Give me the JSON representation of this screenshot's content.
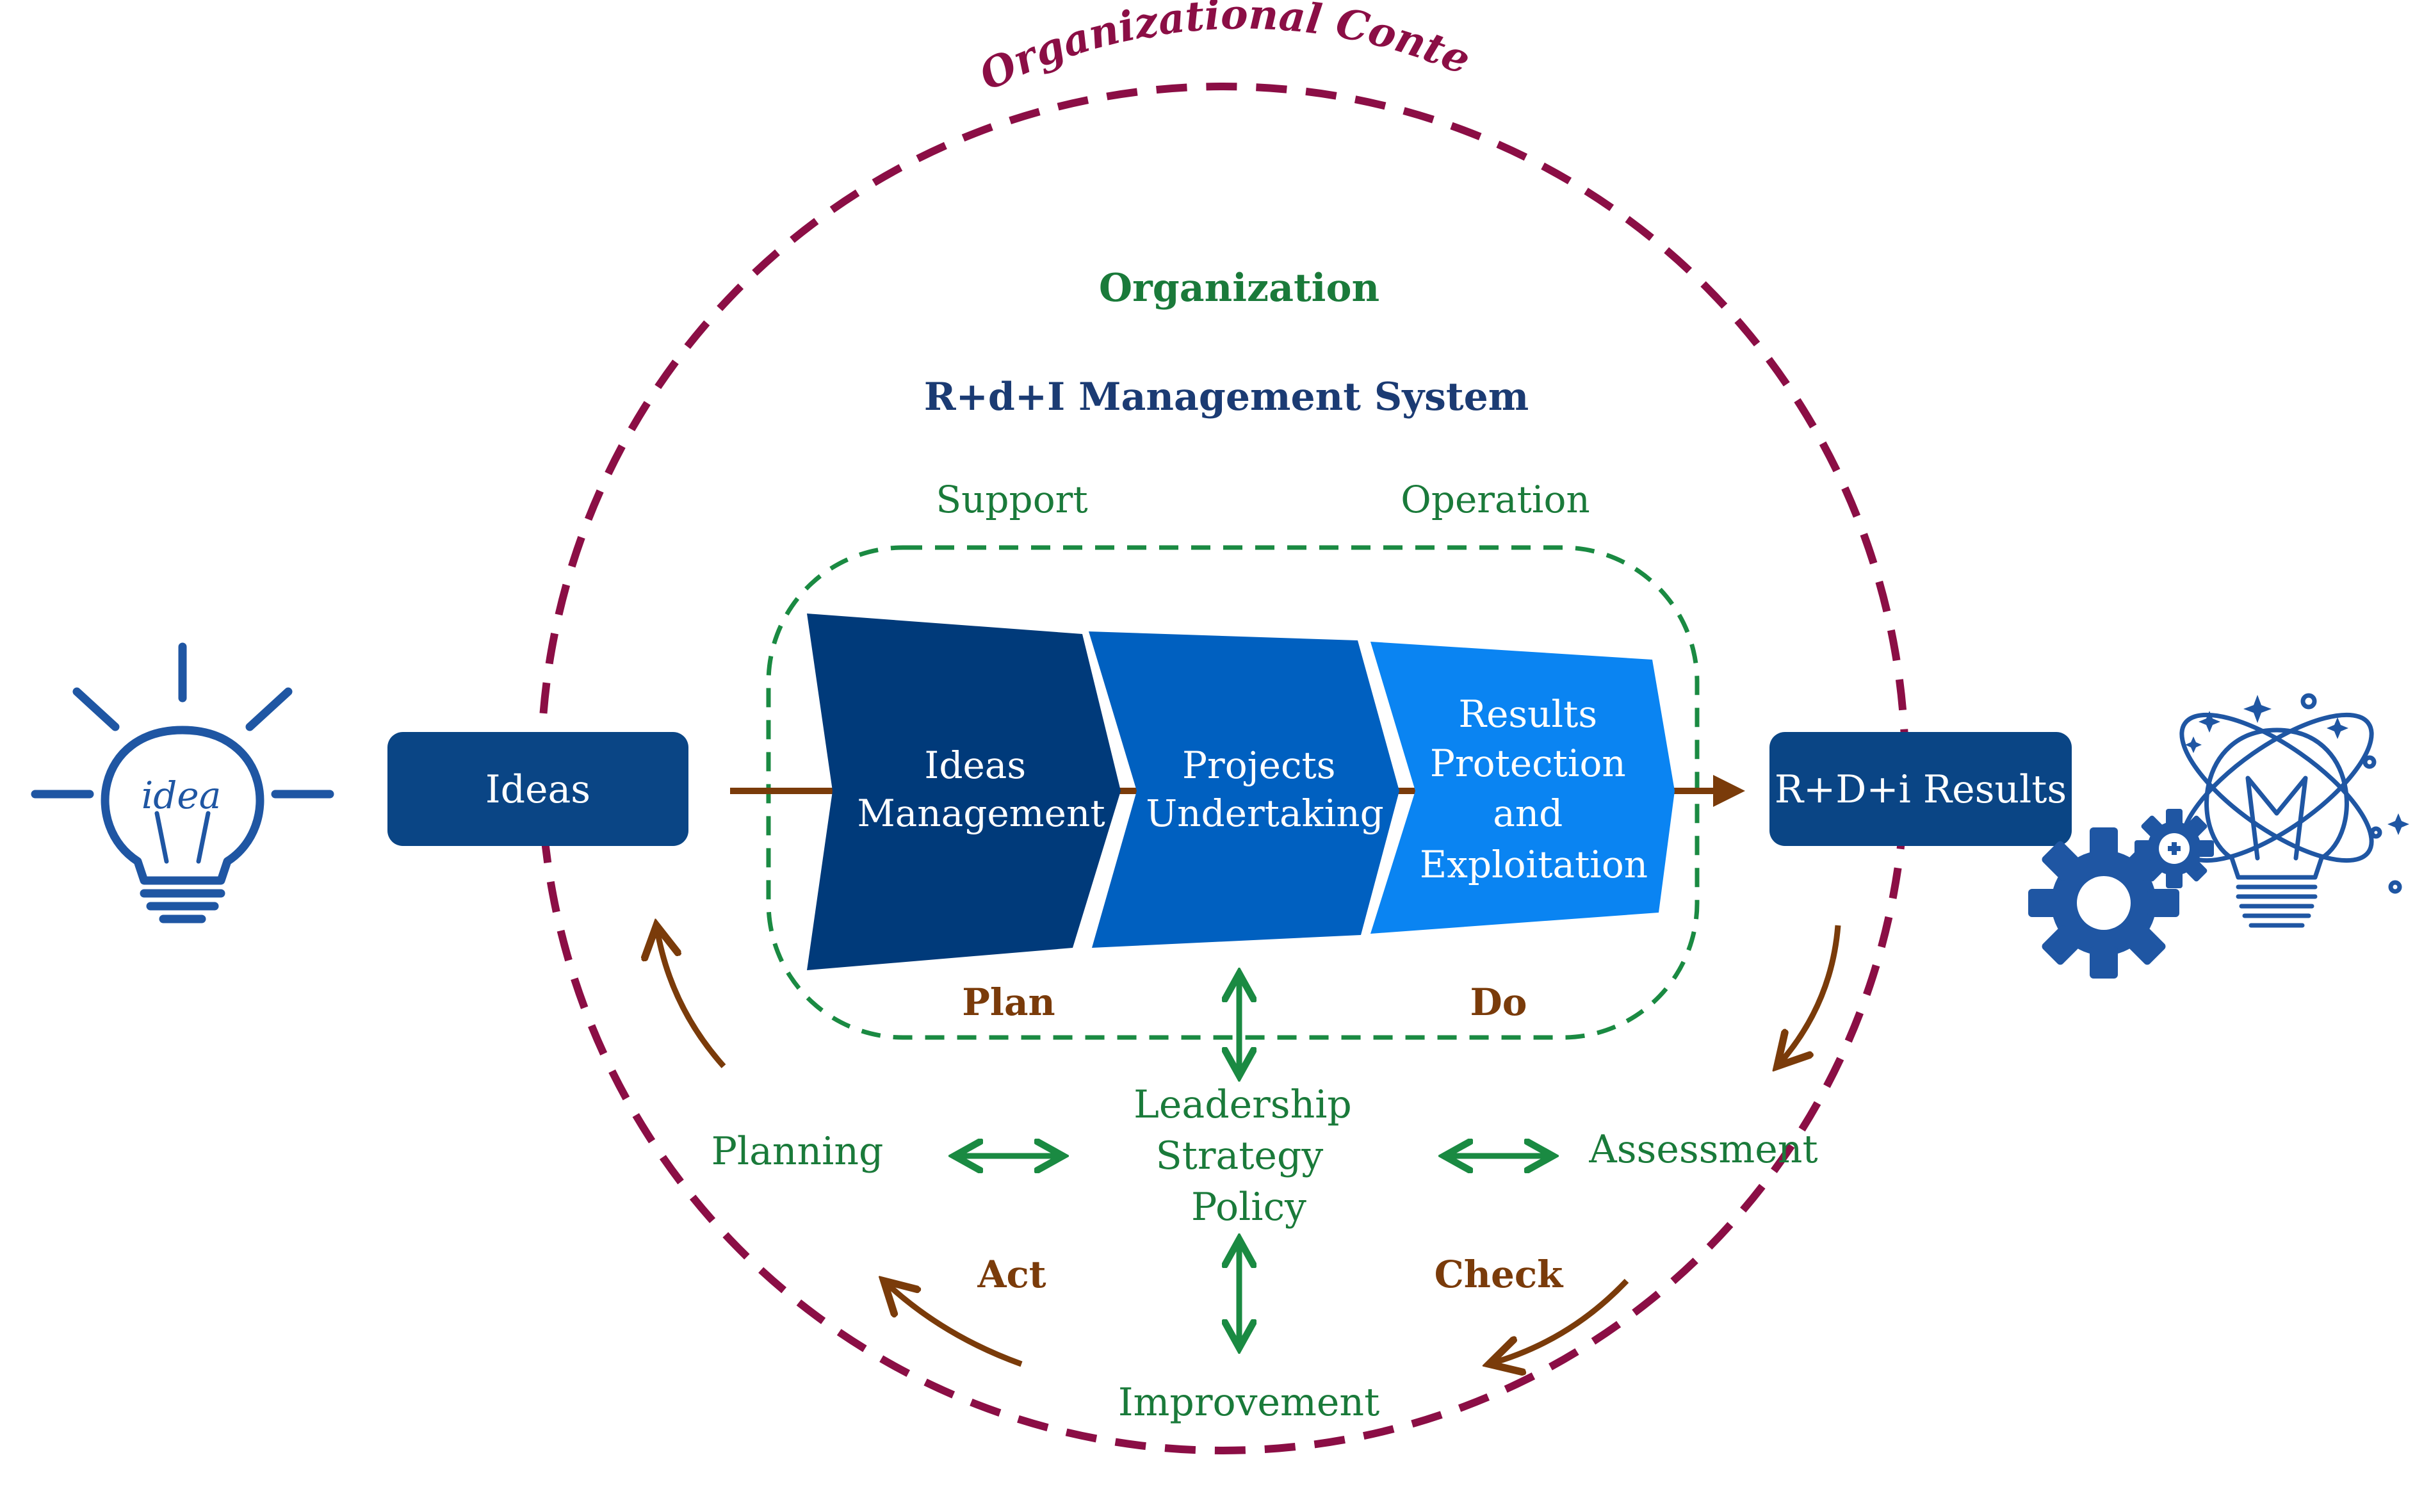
{
  "labels": {
    "organizational_context": "Organizational Context",
    "organization": "Organization",
    "system": "R+d+I Management System",
    "support": "Support",
    "operation": "Operation",
    "ideas_box": "Ideas",
    "results_box": "R+D+i Results",
    "idea_bulb_text": "idea",
    "plan": "Plan",
    "do": "Do",
    "act": "Act",
    "check": "Check",
    "planning": "Planning",
    "assessment": "Assessment",
    "leadership_lines": [
      "Leadership",
      "Strategy",
      "Policy"
    ],
    "improvement": "Improvement"
  },
  "process_steps": [
    {
      "lines": [
        "Ideas",
        "Management"
      ]
    },
    {
      "lines": [
        "Projects",
        "Undertaking"
      ]
    },
    {
      "lines": [
        "Results",
        "Protection",
        "and",
        "Exploitation"
      ]
    }
  ],
  "colors": {
    "navy_dark": "#003a7a",
    "blue_mid": "#0060c0",
    "blue_light": "#0a84f2",
    "box_navy": "#0a4585",
    "green": "#1a7a3a",
    "navy_text": "#1b3b73",
    "brown": "#7a3b0a",
    "maroon": "#8b0e45",
    "icon_blue": "#1f56a3"
  },
  "icons": {
    "left": "lightbulb-idea-icon",
    "right": "lightbulb-gears-icon"
  }
}
